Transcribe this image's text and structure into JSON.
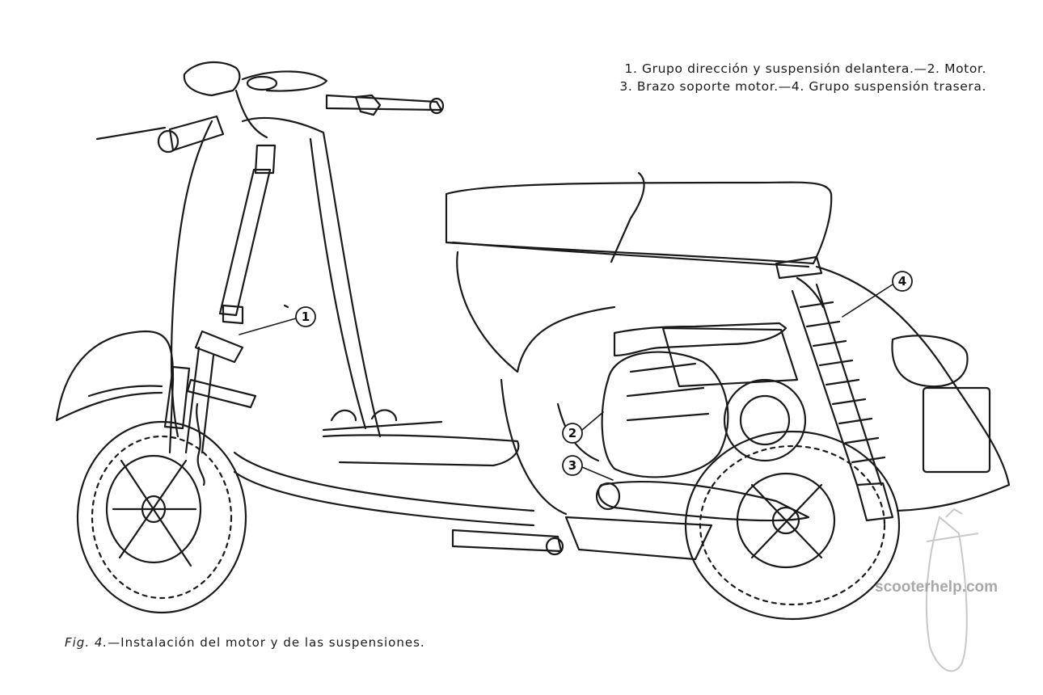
{
  "legend": {
    "line1": "1. Grupo dirección y suspensión delantera.—2. Motor.",
    "line2": "3. Brazo soporte motor.—4. Grupo suspensión trasera."
  },
  "caption": {
    "figure": "Fig. 4.",
    "text": "—Instalación del motor y de las suspensiones."
  },
  "callouts": {
    "c1": "1",
    "c2": "2",
    "c3": "3",
    "c4": "4"
  },
  "watermark": "scooterhelp.com"
}
